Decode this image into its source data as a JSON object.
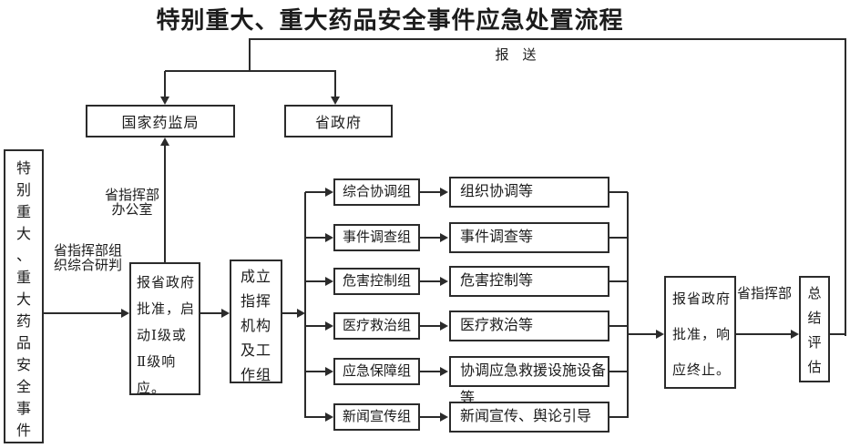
{
  "title": "特别重大、重大药品安全事件应急处置流程",
  "labels": {
    "report_send": "报　送",
    "hq_office": [
      "省指挥部",
      "办公室"
    ],
    "hq_research": [
      "省指挥部组",
      "织综合研判"
    ],
    "provincial_hq": "省指挥部"
  },
  "boxes": {
    "incident": [
      "特",
      "别",
      "重",
      "大",
      "、",
      "重",
      "大",
      "药",
      "品",
      "安",
      "全",
      "事",
      "件"
    ],
    "national_drug_admin": "国家药监局",
    "provincial_government": "省政府",
    "start_response": [
      "报省政府",
      "批准，启",
      "动Ⅰ级或",
      "Ⅱ级响",
      "应。"
    ],
    "setup_command": [
      "成立",
      "指挥",
      "机构",
      "及工",
      "作组"
    ],
    "workgroups": [
      "综合协调组",
      "事件调查组",
      "危害控制组",
      "医疗救治组",
      "应急保障组",
      "新闻宣传组"
    ],
    "workgroup_tasks": [
      "组织协调等",
      "事件调查等",
      "危害控制等",
      "医疗救治等",
      "协调应急救援设施设备等",
      "新闻宣传、舆论引导"
    ],
    "end_response": [
      "报省政府",
      "批准，响",
      "应终止。"
    ],
    "summary_eval": [
      "总",
      "结",
      "评",
      "估"
    ]
  },
  "colors": {
    "line": "#2b2b2b",
    "text": "#1c1c1c",
    "background": "#ffffff"
  }
}
